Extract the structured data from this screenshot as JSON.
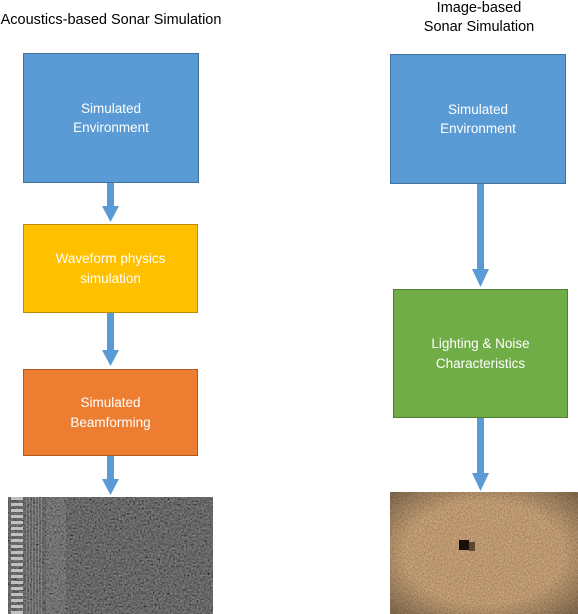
{
  "left": {
    "title": "Acoustics-based Sonar Simulation",
    "boxes": [
      {
        "line1": "Simulated",
        "line2": "Environment",
        "color": "#5b9bd5"
      },
      {
        "line1": "Waveform physics",
        "line2": "simulation",
        "color": "#ffc000"
      },
      {
        "line1": "Simulated",
        "line2": "Beamforming",
        "color": "#ed7d31"
      }
    ]
  },
  "right": {
    "title_line1": "Image-based",
    "title_line2": "Sonar Simulation",
    "boxes": [
      {
        "line1": "Simulated",
        "line2": "Environment",
        "color": "#5b9bd5"
      },
      {
        "line1": "Lighting & Noise",
        "line2": "Characteristics",
        "color": "#70ad47"
      }
    ]
  },
  "arrow_color": "#5b9bd5"
}
